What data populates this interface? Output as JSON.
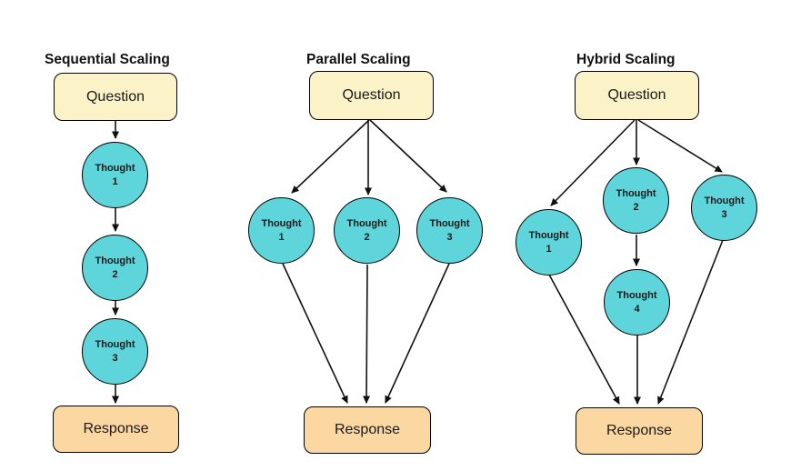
{
  "colors": {
    "background": "#FFFFFF",
    "question_fill": "#FBF2C7",
    "thought_fill": "#5ED4DB",
    "response_fill": "#FBD7A1",
    "node_border": "#000000",
    "arrow": "#111111",
    "text": "#111111"
  },
  "panels": [
    {
      "title": "Sequential Scaling",
      "question": {
        "label": "Question"
      },
      "response": {
        "label": "Response"
      },
      "thoughts": [
        {
          "label": "Thought 1",
          "line1": "Thought",
          "line2": "1"
        },
        {
          "label": "Thought 2",
          "line1": "Thought",
          "line2": "2"
        },
        {
          "label": "Thought 3",
          "line1": "Thought",
          "line2": "3"
        }
      ],
      "edges": [
        {
          "from": "Question",
          "to": "Thought 1"
        },
        {
          "from": "Thought 1",
          "to": "Thought 2"
        },
        {
          "from": "Thought 2",
          "to": "Thought 3"
        },
        {
          "from": "Thought 3",
          "to": "Response"
        }
      ]
    },
    {
      "title": "Parallel Scaling",
      "question": {
        "label": "Question"
      },
      "response": {
        "label": "Response"
      },
      "thoughts": [
        {
          "label": "Thought 1",
          "line1": "Thought",
          "line2": "1"
        },
        {
          "label": "Thought 2",
          "line1": "Thought",
          "line2": "2"
        },
        {
          "label": "Thought 3",
          "line1": "Thought",
          "line2": "3"
        }
      ],
      "edges": [
        {
          "from": "Question",
          "to": "Thought 1"
        },
        {
          "from": "Question",
          "to": "Thought 2"
        },
        {
          "from": "Question",
          "to": "Thought 3"
        },
        {
          "from": "Thought 1",
          "to": "Response"
        },
        {
          "from": "Thought 2",
          "to": "Response"
        },
        {
          "from": "Thought 3",
          "to": "Response"
        }
      ]
    },
    {
      "title": "Hybrid Scaling",
      "question": {
        "label": "Question"
      },
      "response": {
        "label": "Response"
      },
      "thoughts": [
        {
          "label": "Thought 1",
          "line1": "Thought",
          "line2": "1"
        },
        {
          "label": "Thought 2",
          "line1": "Thought",
          "line2": "2"
        },
        {
          "label": "Thought 3",
          "line1": "Thought",
          "line2": "3"
        },
        {
          "label": "Thought 4",
          "line1": "Thought",
          "line2": "4"
        }
      ],
      "edges": [
        {
          "from": "Question",
          "to": "Thought 1"
        },
        {
          "from": "Question",
          "to": "Thought 2"
        },
        {
          "from": "Question",
          "to": "Thought 3"
        },
        {
          "from": "Thought 2",
          "to": "Thought 4"
        },
        {
          "from": "Thought 1",
          "to": "Response"
        },
        {
          "from": "Thought 4",
          "to": "Response"
        },
        {
          "from": "Thought 3",
          "to": "Response"
        }
      ]
    }
  ]
}
